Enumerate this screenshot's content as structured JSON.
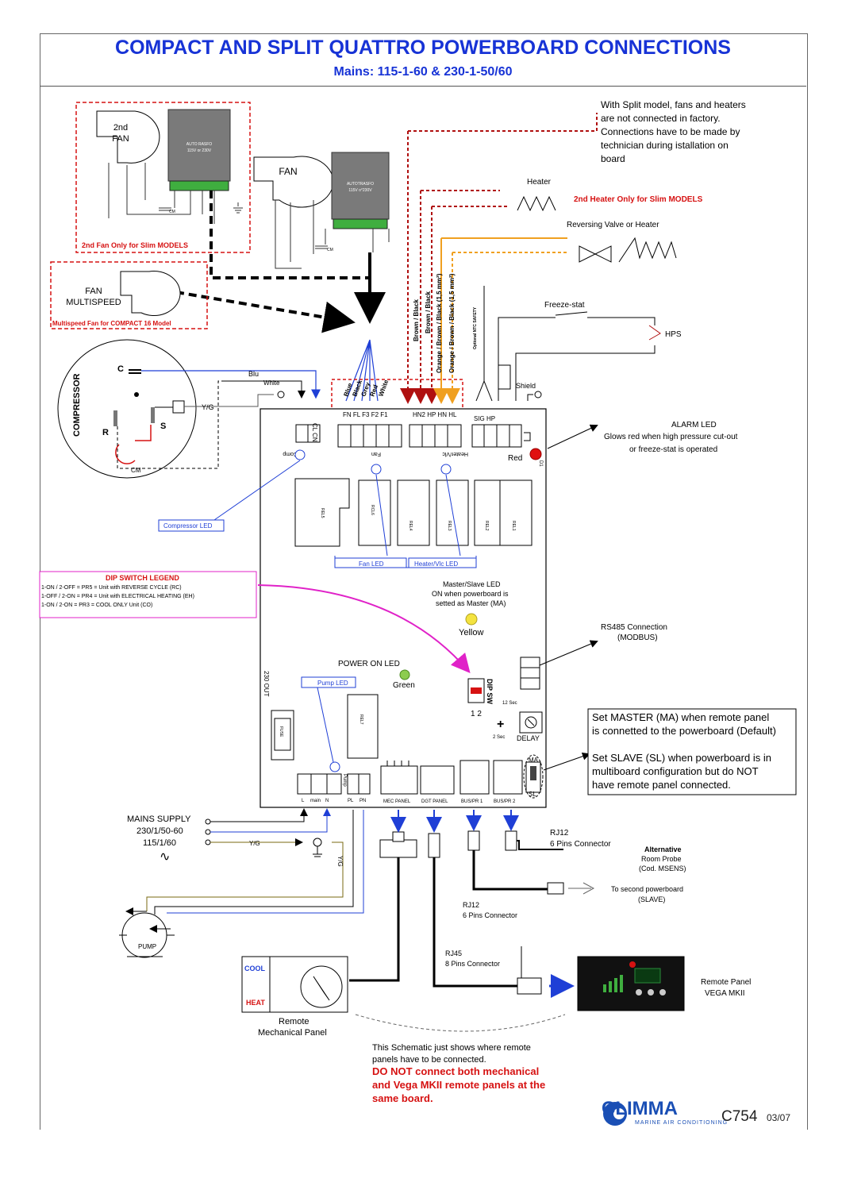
{
  "header": {
    "title": "COMPACT AND SPLIT QUATTRO POWERBOARD CONNECTIONS",
    "subtitle": "Mains: 115-1-60 & 230-1-50/60"
  },
  "notes": {
    "split_model": [
      "With Split model, fans and heaters",
      "are not connected in factory.",
      "Connections have to be made by",
      "technician during istallation on",
      "board"
    ],
    "second_heater": "2nd Heater Only for Slim MODELS",
    "second_fan": "2nd Fan Only for Slim MODELS",
    "multispeed": "Multispeed Fan for COMPACT 16 Model",
    "schematic": [
      "This Schematic just shows where remote",
      "panels have to be connected."
    ],
    "warning": [
      "DO NOT connect both mechanical",
      "and Vega MKII remote panels at the",
      "same board."
    ],
    "master_box": [
      "Set MASTER (MA) when remote panel",
      "is connetted to the powerboard (Default)",
      "",
      "Set SLAVE (SL) when powerboard is in",
      "multiboard configuration but do NOT",
      "have remote panel connected."
    ]
  },
  "labels": {
    "fan2": [
      "2nd",
      "FAN"
    ],
    "fan": "FAN",
    "fan_multi": [
      "FAN",
      "MULTISPEED"
    ],
    "autotrasfo1": [
      "AUTO  RASFO",
      "115V or 230V"
    ],
    "autotrasfo2": [
      "AUTOTRASFO",
      "115V o°230V"
    ],
    "cm": "CM",
    "compressor": "COMPRESSOR",
    "c": "C",
    "r": "R",
    "s": "S",
    "blu": "Blu",
    "white": "White",
    "yg": "Y/G",
    "heater": "Heater",
    "rev_valve": "Reversing Valve or Heater",
    "freeze": "Freeze-stat",
    "hps": "HPS",
    "shield": "Shield",
    "ntc": "Optional NTC SAFETY",
    "wire_bb1": "Brown / Black",
    "wire_bb2": "Brown / Black",
    "wire_ob1": "Orange / Brown / Black (1,5 mm²)",
    "wire_ob2": "Orange / Brown / Black (1,5 mm²)",
    "fan_wires": [
      "Blue",
      "Black",
      "Grey",
      "Red",
      "White"
    ],
    "alarm_title": "ALARM LED",
    "alarm_desc": [
      "Glows red when high pressure cut-out",
      "or freeze-stat is operated"
    ],
    "red": "Red",
    "comp_led": "Compressor LED",
    "fan_led": "Fan LED",
    "heater_led": "Heater/Vlc LED",
    "dip_title": "DIP SWITCH LEGEND",
    "dip_lines": [
      "1-ON / 2-OFF = PR5 = Unit with REVERSE CYCLE (RC)",
      "1-OFF / 2-ON = PR4 = Unit with ELECTRICAL HEATING (EH)",
      "1-ON / 2-ON = PR3 = COOL ONLY Unit (CO)"
    ],
    "ms_led": [
      "Master/Slave LED",
      "ON when powerboard is",
      "setted as Master (MA)"
    ],
    "yellow": "Yellow",
    "rs485": [
      "RS485 Connection",
      "(MODBUS)"
    ],
    "power_led": "POWER ON LED",
    "green": "Green",
    "pump_led": "Pump LED",
    "dip_sw": "DIP SW",
    "delay": "DELAY",
    "sec12": "12 Sec",
    "sec2": "2 Sec",
    "mains": [
      "MAINS SUPPLY",
      "230/1/50-60",
      "115/1/60"
    ],
    "pump": "PUMP",
    "rj12_top": [
      "RJ12",
      "6 Pins Connector"
    ],
    "alt_probe": [
      "Alternative",
      "Room Probe",
      "(Cod. MSENS)"
    ],
    "second_pb": [
      "To second powerboard",
      "(SLAVE)"
    ],
    "rj12_mid": [
      "RJ12",
      "6 Pins Connector"
    ],
    "rj45": [
      "RJ45",
      "8 Pins Connector"
    ],
    "remote_vega": [
      "Remote Panel",
      "VEGA MKII"
    ],
    "remote_mech": [
      "Remote",
      "Mechanical Panel"
    ],
    "cool": "COOL",
    "heat": "HEAT",
    "board_terms": {
      "ol_cn": "CL  CN",
      "fan": "FN  FL  F3  F2  F1",
      "heat": "HN2  HP  HN  HL",
      "sig": "SIG   HP",
      "comp": "Comp",
      "fan_hdr": "Fan",
      "heatervlc": "Heater/Vlc",
      "out": "230 OUT",
      "fuse": "FUSE",
      "rel7": "REL7",
      "rel5": "REL5",
      "rel4": "REL4",
      "rel3": "REL3",
      "rel2": "REL2",
      "rel1": "REL1",
      "rcl6": "RCL6",
      "l": "L",
      "main": "main",
      "n": "N",
      "pl": "PL",
      "pn": "PN",
      "pump": "Pump",
      "mec_panel": "MEC PANEL",
      "dgt_panel": "DGT PANEL",
      "bus1": "BUS/PR 1",
      "bus2": "BUS/PR 2",
      "ma": "MA",
      "sl": "SL",
      "d1": "D1",
      "dip_12": "1  2"
    }
  },
  "footer": {
    "brand": "CLIMMA",
    "tagline": "MARINE AIR CONDITIONING",
    "code": "C754",
    "date": "03/07"
  }
}
